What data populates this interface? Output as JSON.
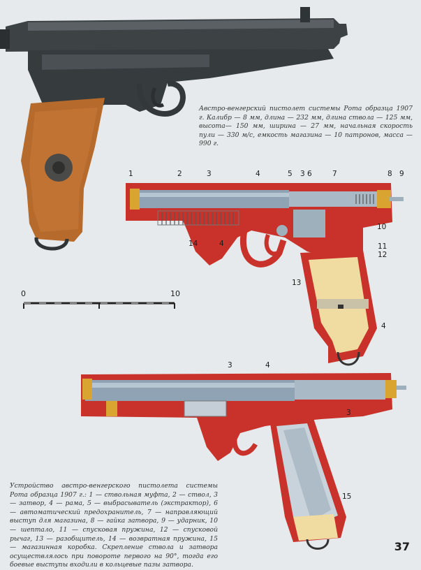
{
  "captions": {
    "top": "Австро-венгерский пистолет системы Рота образца 1907 г. Калибр — 8 мм, длина — 232 мм, длина ствола — 125 мм, высота— 150 мм, ширина — 27 мм, начальная скорость пули — 330 м/с, емкость магазина — 10 патронов, масса — 990 г.",
    "bottom": "Устройство австро-венгерского пистолета системы Рота образца 1907 г.: 1 — ствольная муфта, 2 — ствол, 3 — затвор, 4 — рама, 5 — выбрасыватель (экстрактор), 6 — автоматический предохранитель, 7 — направляющий выступ для магазина, 8 — гайка затвора, 9 — ударник, 10 — шептало, 11 — спусковая пружина, 12 — спусковой рычаг, 13 — разобщитель, 14 — возвратная пружина, 15 — магазинная коробка. Скрепление ствола и затвора осуществлялось при повороте первого на 90°, тогда его боевые выступы входили в кольцевые пазы затвора."
  },
  "scale": {
    "min_label": "0",
    "max_label": "10"
  },
  "callouts_top": [
    "1",
    "2",
    "3",
    "4",
    "5",
    "3",
    "6",
    "7",
    "8",
    "9",
    "10",
    "11",
    "12",
    "13",
    "14",
    "4",
    "4"
  ],
  "callouts_bottom": [
    "3",
    "4",
    "3",
    "15"
  ],
  "page_number": "37",
  "colors": {
    "metal": "#3d4245",
    "wood": "#b66a2c",
    "section_red": "#c8322a",
    "steel_blue": "#8fa3b4",
    "brass": "#d9a430",
    "grip_cream": "#f0dca0",
    "background": "#e6eaec"
  }
}
